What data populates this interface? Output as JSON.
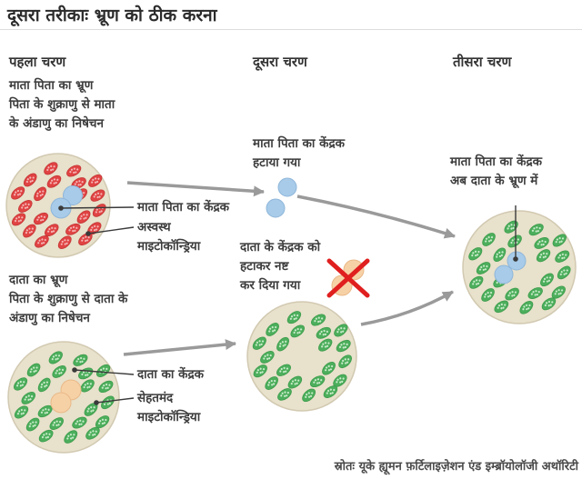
{
  "title": "दूसरा तरीकाः भ्रूण को ठीक करना",
  "steps": [
    {
      "header": "पहला चरण"
    },
    {
      "header": "दूसरा चरण"
    },
    {
      "header": "तीसरा चरण"
    }
  ],
  "annotations": {
    "parents_embryo": {
      "line1": "माता पिता का भ्रूण",
      "line2": "पिता के शुक्राणु से माता",
      "line3": "के अंडाणु का निषेचन"
    },
    "donor_embryo": {
      "line1": "दाता का भ्रूण",
      "line2": "पिता के शुक्राणु से दाता के",
      "line3": "अंडाणु का निषेचन"
    },
    "nucleus_removed": {
      "line1": "माता पिता का केंद्रक",
      "line2": "हटाया गया"
    },
    "donor_nucleus_destroyed": {
      "line1": "दाता के केंद्रक को",
      "line2": "हटाकर नष्ट",
      "line3": "कर दिया गया"
    },
    "result": {
      "line1": "माता पिता का केंद्रक",
      "line2": "अब दाता के भ्रूण में"
    },
    "parents_nucleus_label": "माता पिता का केंद्रक",
    "unhealthy_mito_label_line1": "अस्वस्थ",
    "unhealthy_mito_label_line2": "माइटोकॉन्ड्रिया",
    "donor_nucleus_label": "दाता का केंद्रक",
    "healthy_mito_label_line1": "सेहतमंद",
    "healthy_mito_label_line2": "माइटोकॉन्ड्रिया"
  },
  "source": "स्रोतः यूके ह्यूमन फ़र्टिलाइज़ेशन एंड इम्ब्रॉयोलॉजी अथॉरिटी",
  "icons": {
    "destroyed_cross": "✕"
  },
  "colors": {
    "embryo_fill": "#e8e1cb",
    "embryo_stroke": "#d2c9b1",
    "unhealthy_mitochondria": "#e04343",
    "unhealthy_mitochondria_stroke": "#c53636",
    "unhealthy_mitochondria_dots": "#f5b5b5",
    "healthy_mitochondria": "#4cae5c",
    "healthy_mitochondria_stroke": "#3c9c4c",
    "healthy_mitochondria_dots": "#c9ebc9",
    "parents_nucleus": "#a7cbe9",
    "parents_nucleus_stroke": "#8fb6d9",
    "donor_nucleus": "#f7d1a6",
    "donor_nucleus_stroke": "#e9b988",
    "arrow": "#9a9a9a",
    "cross": "#e01f1f",
    "pointer": "#3a3a3a",
    "text": "#3d3d3d"
  }
}
